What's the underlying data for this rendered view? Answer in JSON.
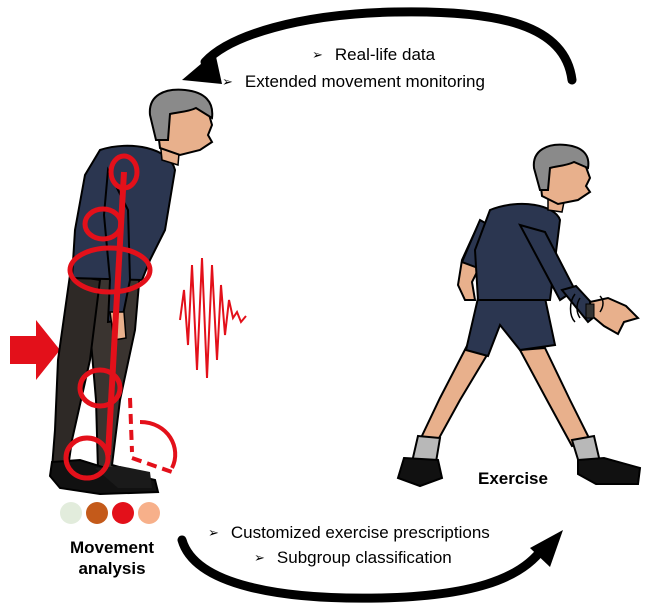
{
  "top_cycle": {
    "items": [
      "Real-life data",
      "Extended movement monitoring"
    ]
  },
  "bottom_cycle": {
    "items": [
      "Customized exercise prescriptions",
      "Subgroup classification"
    ]
  },
  "left_panel": {
    "label_line1": "Movement",
    "label_line2": "analysis",
    "dot_colors": [
      "#e2ecdc",
      "#c45a1a",
      "#e3101a",
      "#f7b08a"
    ]
  },
  "right_panel": {
    "label": "Exercise"
  },
  "colors": {
    "accent_red": "#e3101a",
    "shirt": "#2b3650",
    "pants": "#3a3430",
    "skin": "#e8b08c",
    "hair": "#8a8a8a",
    "shorts": "#2b3650"
  }
}
